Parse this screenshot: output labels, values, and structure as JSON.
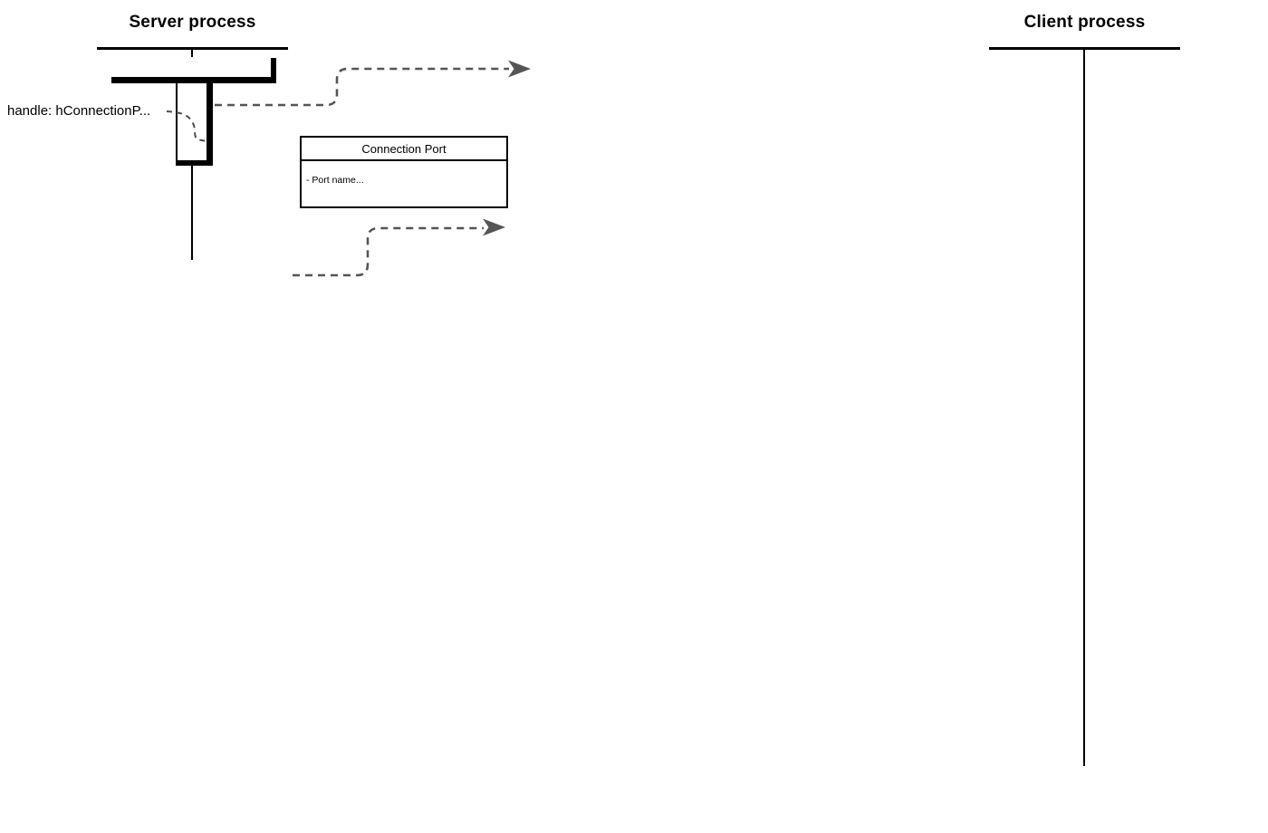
{
  "diagram": {
    "type": "uml-sequence-fragment",
    "server": {
      "title": "Server process",
      "handle_label": "handle: hConnectionP..."
    },
    "client": {
      "title": "Client process"
    },
    "connection_port": {
      "title": "Connection Port",
      "attribute": "- Port name..."
    },
    "arrows": [
      {
        "name": "message-arrow-top",
        "style": "dashed",
        "direction": "right"
      },
      {
        "name": "message-arrow-bottom",
        "style": "dashed",
        "direction": "right"
      }
    ],
    "colors": {
      "line": "#000000",
      "dashed_arrow": "#555555",
      "background": "#ffffff"
    }
  }
}
